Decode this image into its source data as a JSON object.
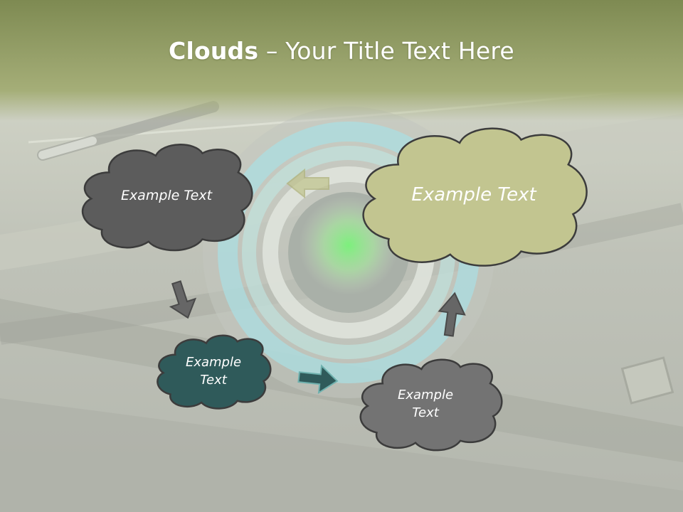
{
  "title": {
    "bold": "Clouds",
    "dash": " – ",
    "rest": "Your Title Text Here"
  },
  "clouds": [
    {
      "label": "Example Text",
      "fill": "#5c5c5c"
    },
    {
      "label": "Example Text",
      "fill": "#c2c590"
    },
    {
      "label": "Example Text",
      "fill": "#2f5a5a"
    },
    {
      "label": "Example Text",
      "fill": "#737373"
    }
  ],
  "colors": {
    "header": "#8e9a5d",
    "outline": "#3c3c3c",
    "arrow_olive": "#c2c590",
    "arrow_gray": "#666666",
    "arrow_teal": "#2f5a5a"
  }
}
